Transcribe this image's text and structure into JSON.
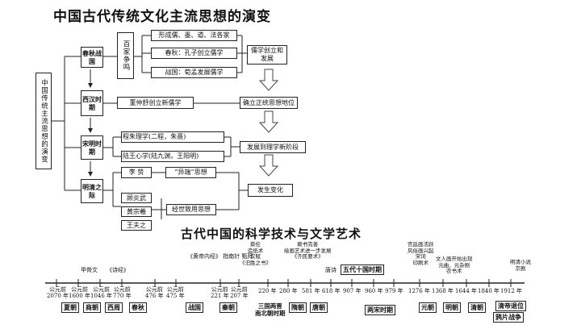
{
  "titles": {
    "top": "中国古代传统文化主流思想的演变",
    "bottom": "古代中国的科学技术与文学艺术"
  },
  "mindmap": {
    "root": "中国传统主流思想的演变",
    "periods": {
      "spring_autumn": "春秋战国",
      "western_han": "西汉时期",
      "song_ming": "宋明时期",
      "ming_qing": "明清之际"
    },
    "hundred_schools": "百家争鸣",
    "branches": {
      "schools": "形成儒、墨、道、法各家",
      "confucius": "春秋：孔子创立儒学",
      "mencius_xunzi": "战国：荀孟发展儒学",
      "dong_zhongshu": "董仲舒创立新儒学",
      "cheng_zhu": "程朱理学(二程，朱熹)",
      "lu_wang": "陆王心学(陆九渊，王阳明)",
      "li_zhi": "李 贽",
      "heresy": "“异端”思想",
      "gu_yanwu": "顾炎武",
      "huang_zongxi": "黄宗羲",
      "wang_fuzhi": "王夫之",
      "practical": "经世致用思想"
    },
    "outcomes": {
      "founded": "儒学创立和发展",
      "orthodox": "确立正统思想地位",
      "neo_confucian": "发展到理学新阶段",
      "change": "发生变化"
    }
  },
  "timeline": {
    "top_notes": [
      "甲骨文",
      "《诗经》",
      "《黄帝内经》\n指南针\n甄拜",
      "蔡伦\n造纸术\n汉赋\n《汜胜之书》",
      "赖书完善\n绘画艺术进一步发展\n《齐民要术》",
      "唐诗",
      "五代十国时期",
      "宫廷画活跃\n风俗画兴起\n宋词\n印刷术",
      "文人画开始出现\n元曲、元杂剧\n农书术",
      "明清小说\n京剧"
    ],
    "dates": [
      "公元前\n2070 年",
      "公元前\n1600 年",
      "公元前\n1046 年",
      "公元前\n770 年",
      "公元前\n476 年",
      "公元前\n475 年",
      "公元前\n221 年",
      "公元前\n207 年",
      "220 年",
      "280 年",
      "581 年",
      "618 年",
      "907 年",
      "960 年",
      "979 年",
      "1276 年",
      "1368 年",
      "1644 年",
      "1840 年",
      "1912 年"
    ],
    "dynasties": [
      "夏朝",
      "商朝",
      "西周",
      "春秋",
      "战国",
      "秦朝",
      "三国两晋\n南北朝时期",
      "隋朝",
      "唐朝",
      "两宋时期",
      "元朝",
      "明朝",
      "清朝",
      "鸦片战争"
    ],
    "extra": "清帝退位"
  }
}
